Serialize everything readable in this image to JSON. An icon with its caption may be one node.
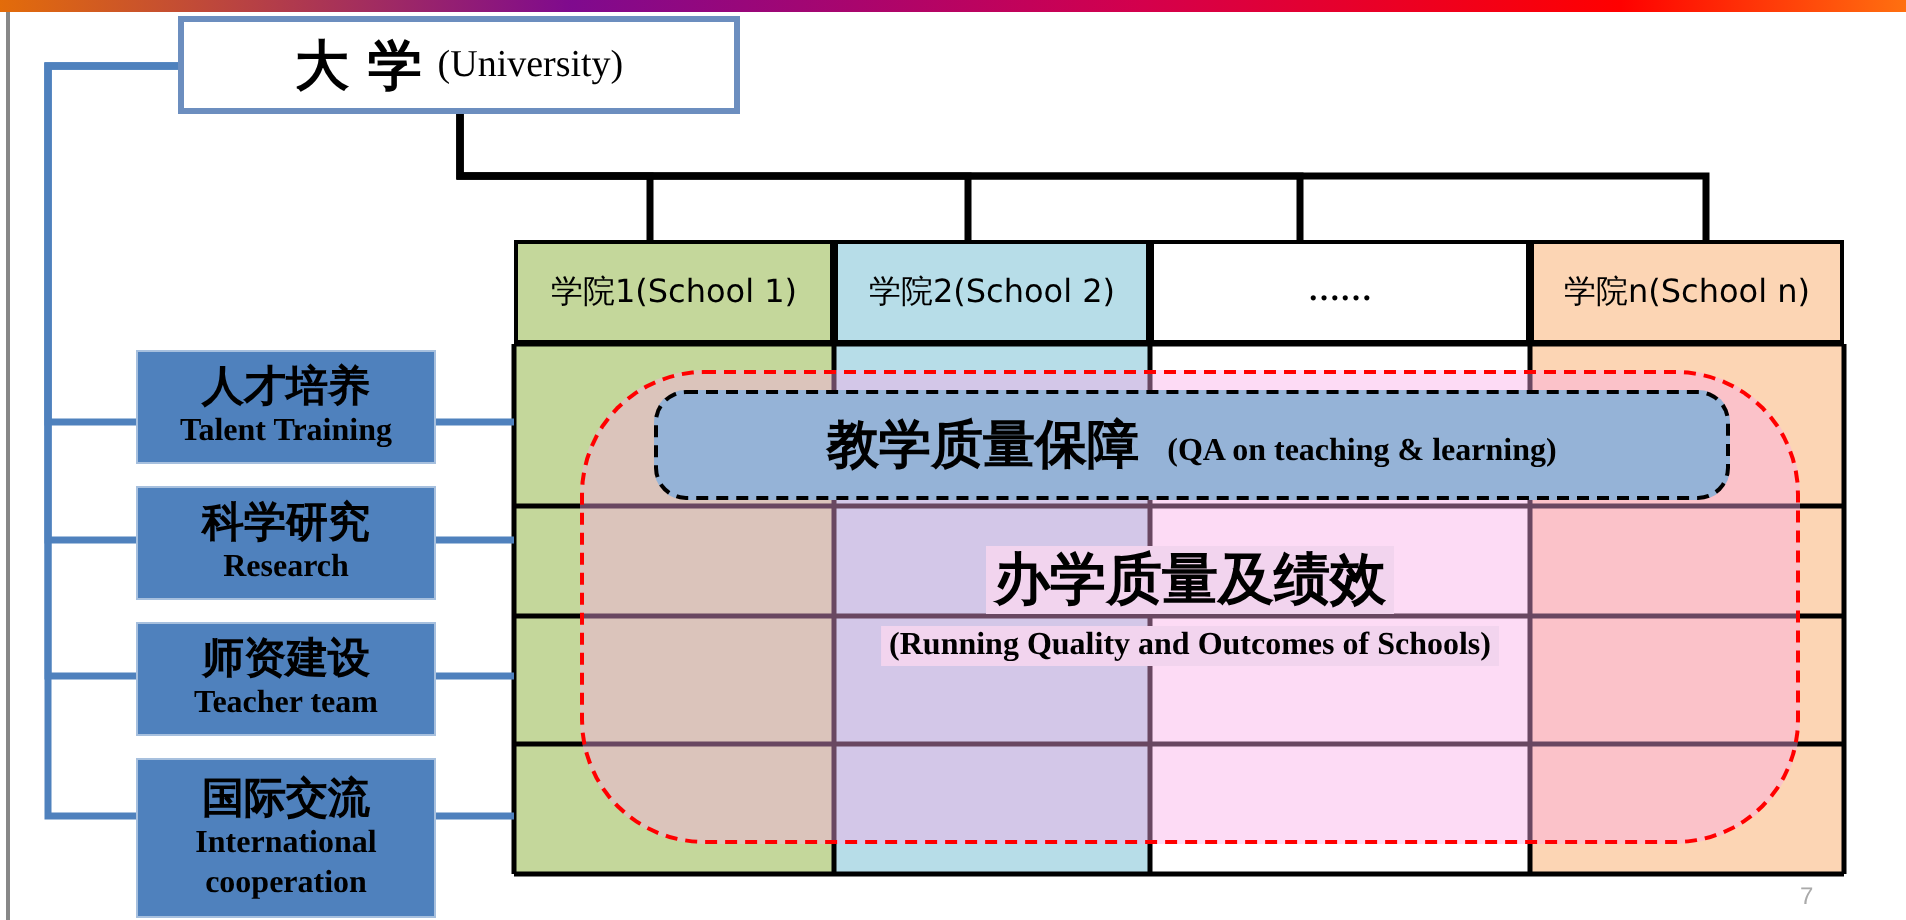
{
  "diagram": {
    "nodes": [
      {
        "text": [
          "大 学",
          "(University)"
        ]
      },
      {
        "text": [
          "学院1(School 1)"
        ]
      },
      {
        "text": [
          "学院2(School 2)"
        ]
      },
      {
        "text": [
          "……"
        ]
      },
      {
        "text": [
          "学院n(School n)"
        ]
      },
      {
        "text": [
          "人才培养",
          "Talent Training"
        ]
      },
      {
        "text": [
          "科学研究",
          "Research"
        ]
      },
      {
        "text": [
          "师资建设",
          "Teacher team"
        ]
      },
      {
        "text": [
          "国际交流",
          "International cooperation"
        ]
      },
      {
        "text": [
          "办学质量及绩效",
          "(Running Quality and Outcomes of Schools)"
        ]
      },
      {
        "text": [
          "教学质量保障",
          "(QA on teaching & learning)"
        ],
        "in": 9
      }
    ],
    "edges": [
      {
        "from": 0,
        "to": 1,
        "arrow": "none",
        "color": "#000000"
      },
      {
        "from": 0,
        "to": 2,
        "arrow": "none",
        "color": "#000000"
      },
      {
        "from": 0,
        "to": 3,
        "arrow": "none",
        "color": "#000000"
      },
      {
        "from": 0,
        "to": 4,
        "arrow": "none",
        "color": "#000000"
      },
      {
        "from": 0,
        "to": 5,
        "arrow": "none"
      },
      {
        "from": 0,
        "to": 6,
        "arrow": "none"
      },
      {
        "from": 0,
        "to": 7,
        "arrow": "none"
      },
      {
        "from": 0,
        "to": 8,
        "arrow": "none"
      },
      {
        "from": 5,
        "to": null,
        "arrow": "none"
      },
      {
        "from": 6,
        "to": null,
        "arrow": "none"
      },
      {
        "from": 7,
        "to": null,
        "arrow": "none"
      },
      {
        "from": 8,
        "to": null,
        "arrow": "none"
      }
    ],
    "labels": [
      "7"
    ]
  }
}
